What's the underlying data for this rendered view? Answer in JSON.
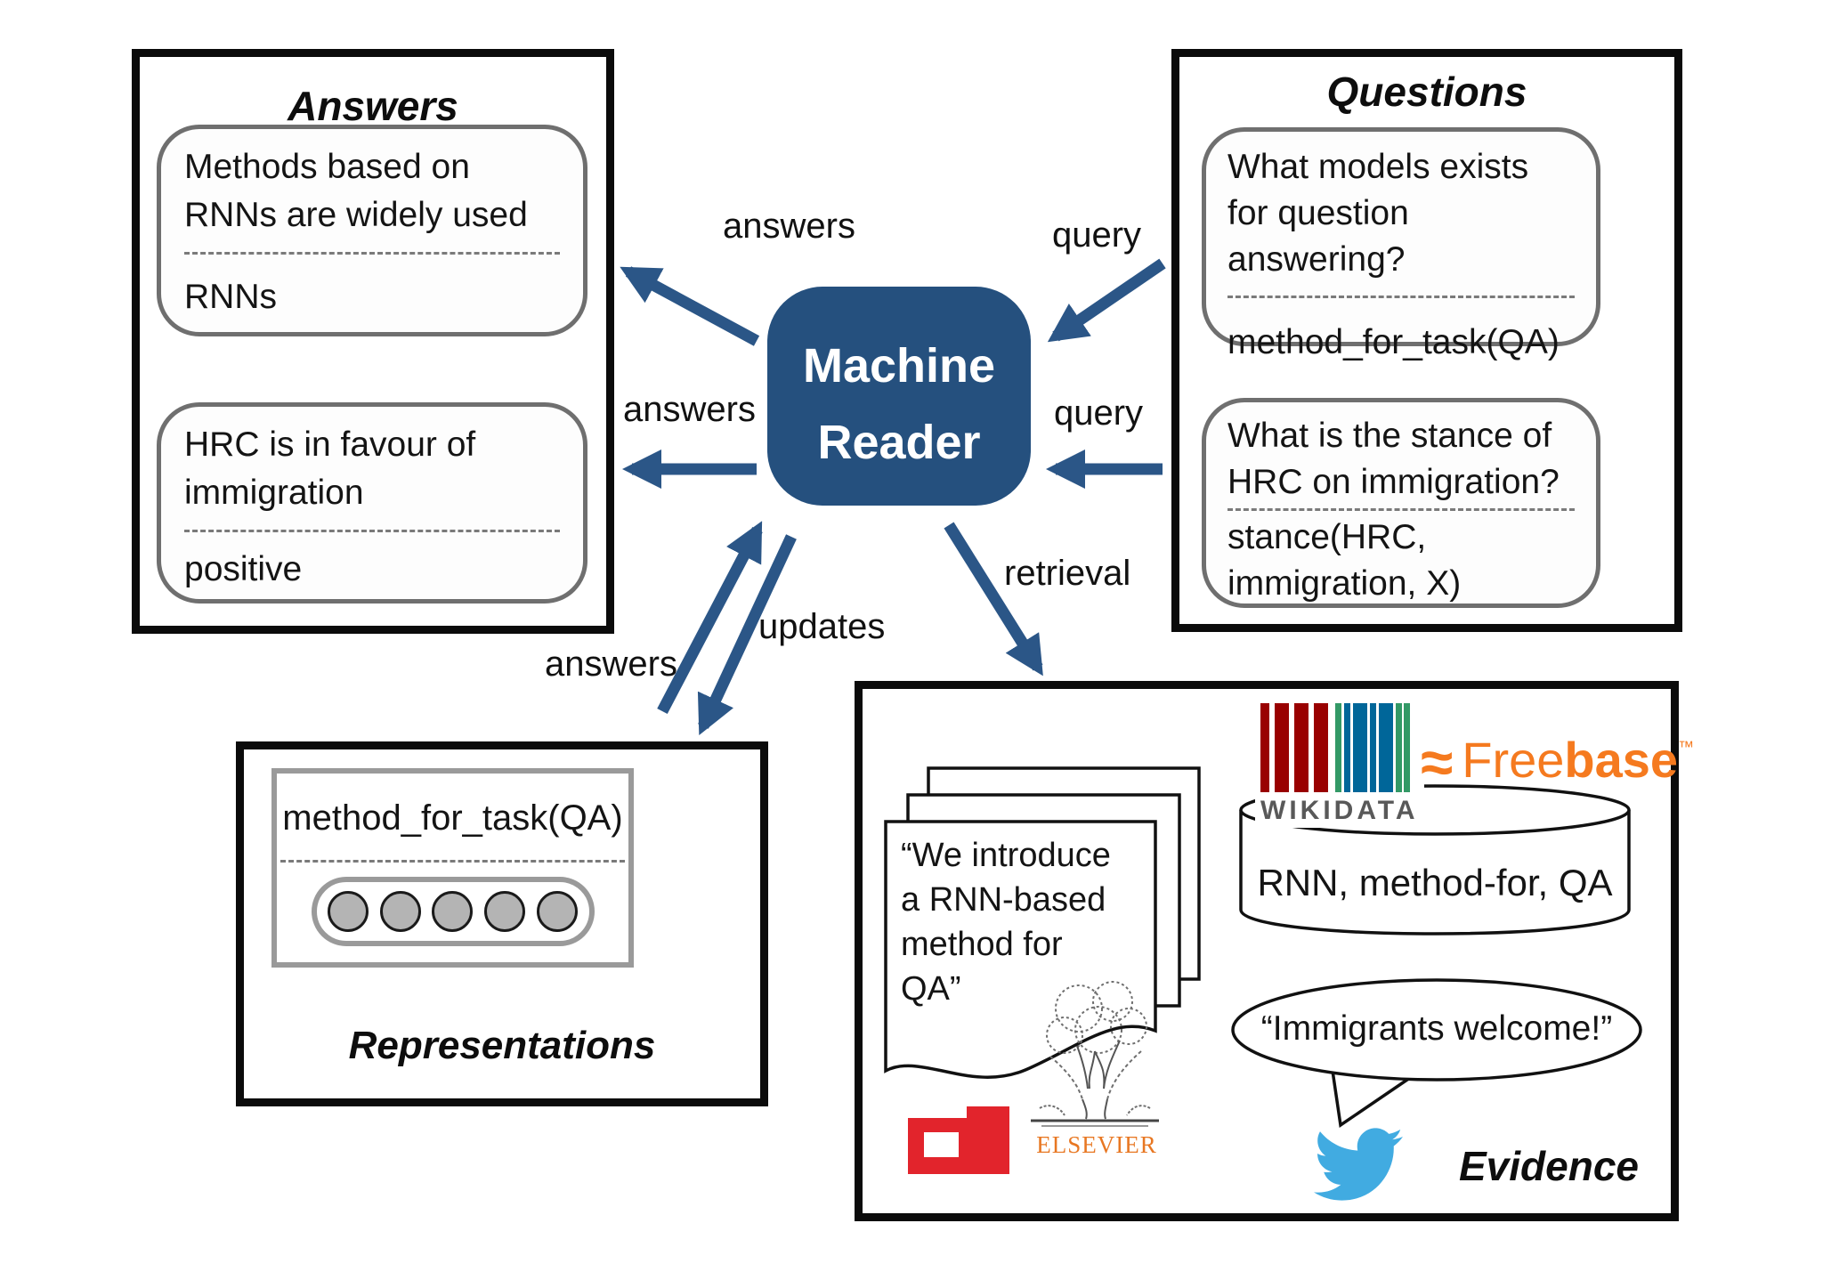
{
  "colors": {
    "machine_reader_blue": "#25507E",
    "arrow_blue": "#2B5687",
    "twitter_blue": "#41ABE1",
    "freebase_orange": "#F57A1F",
    "elsevier_orange": "#E87722",
    "wikidata_red": "#990000",
    "wikidata_green": "#339966",
    "wikidata_blue": "#006699",
    "dblp_red": "#E2242C"
  },
  "machine_reader": {
    "label": "Machine\nReader"
  },
  "arrow_labels": {
    "answers_top": "answers",
    "answers_mid": "answers",
    "answers_bottom": "answers",
    "query_top": "query",
    "query_mid": "query",
    "updates": "updates",
    "retrieval": "retrieval"
  },
  "answers_panel": {
    "title": "Answers",
    "cards": [
      {
        "statement": "Methods based on RNNs are widely used",
        "extraction": "RNNs"
      },
      {
        "statement": "HRC is in favour of immigration",
        "extraction": "positive"
      }
    ]
  },
  "questions_panel": {
    "title": "Questions",
    "cards": [
      {
        "question": "What models exists for question answering?",
        "formal_query": "method_for_task(QA)"
      },
      {
        "question": "What is the stance of HRC on immigration?",
        "formal_query": "stance(HRC, immigration, X)"
      }
    ]
  },
  "representations_panel": {
    "title": "Representations",
    "term": "method_for_task(QA)",
    "embedding_dots": 5
  },
  "evidence_panel": {
    "title": "Evidence",
    "paper_quote": "“We introduce a RNN-based method for QA”",
    "knowledge_base_triple": "RNN, method-for, QA",
    "tweet_quote": "“Immigrants welcome!”",
    "wikidata_label": "WIKIDATA",
    "freebase": {
      "symbol": "≈",
      "regular": "Free",
      "bold": "base",
      "tm": "™"
    },
    "elsevier_label": "ELSEVIER"
  },
  "icons": {
    "twitter": "twitter-bird-icon",
    "dblp": "dblp-logo",
    "elsevier": "elsevier-tree-logo",
    "wikidata": "wikidata-barcode-logo",
    "freebase": "freebase-logo",
    "database": "database-cylinder",
    "documents": "document-stack",
    "speech": "speech-bubble"
  }
}
